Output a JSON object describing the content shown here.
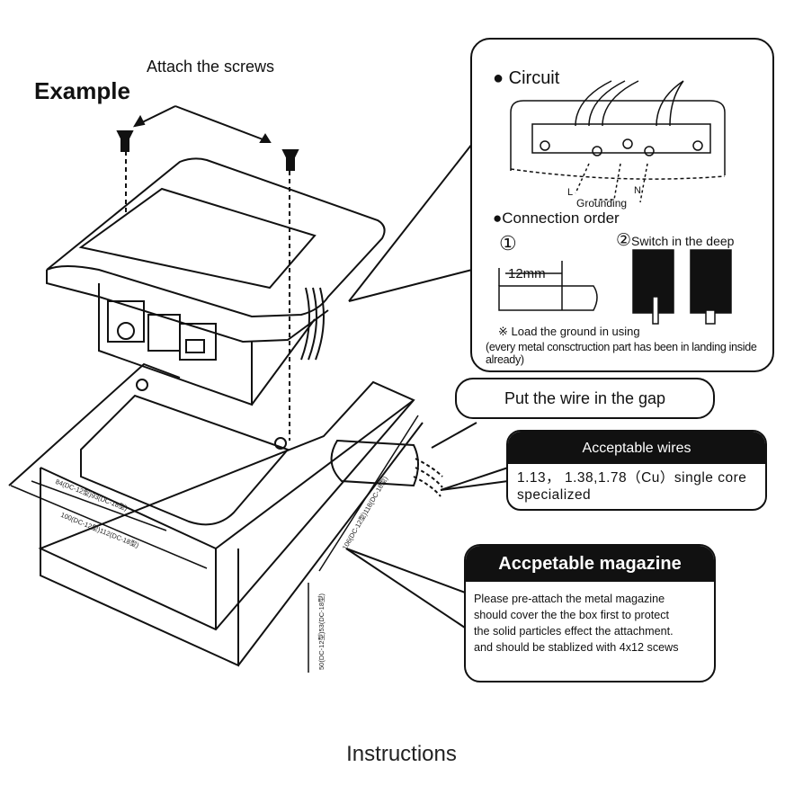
{
  "heading": "Example",
  "attach_label": "Attach the screws",
  "circuit_panel": {
    "circuit_label": "Circuit",
    "label_l": "L",
    "label_n": "N",
    "grounding_label": "Grounding",
    "connection_order_label": "Connection order",
    "step1_marker": "①",
    "step2_marker": "②",
    "step2_label": "Switch in the deep",
    "strip_length": "12mm",
    "note": "※ Load the ground in using",
    "note_detail": "(every metal consctruction part has been in landing inside already)"
  },
  "gap_callout": "Put the wire in the gap",
  "acceptable_wires": {
    "title": "Acceptable wires",
    "body": "1.13， 1.38,1.78（Cu）single core specialized"
  },
  "magazine": {
    "title": "Accpetable magazine",
    "lines": [
      "Please pre-attach the metal magazine",
      "should cover the the box first to protect",
      "the solid particles effect the attachment.",
      "and should be stablized with 4x12 scews"
    ]
  },
  "dimensions": {
    "inner_width": "84(DC-12型)93(DC-18型)",
    "outer_width": "100(DC-12型)112(DC-18型)",
    "depth": "106(DC-12型)118(DC-18型)",
    "height": "50(DC-12型)53(DC-18型)"
  },
  "caption": "Instructions",
  "colors": {
    "ink": "#111111",
    "background": "#ffffff"
  }
}
